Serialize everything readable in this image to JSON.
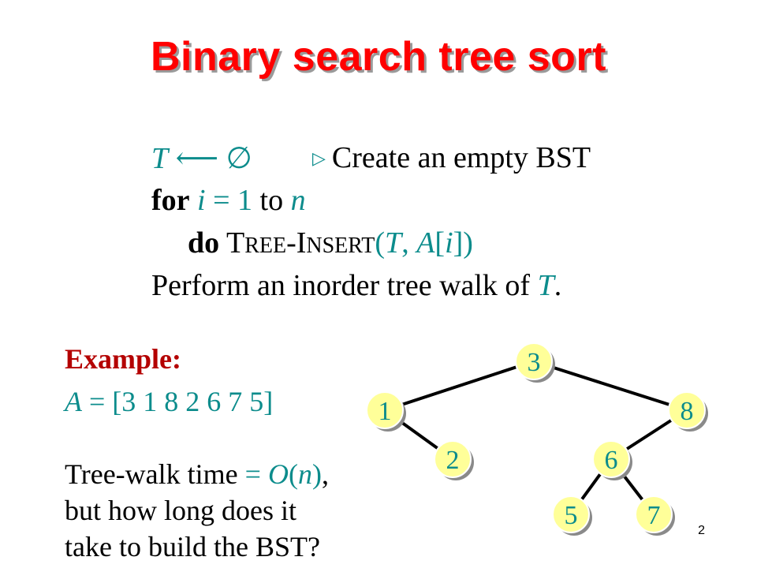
{
  "title": "Binary search tree sort",
  "code": {
    "line1": {
      "var": "T",
      "arrow": "⟵",
      "empty": "∅",
      "comment_marker": "▷",
      "comment": "Create an empty BST"
    },
    "line2": {
      "kw": "for",
      "var": "i",
      "eq": "=",
      "one": "1",
      "to": "to",
      "n": "n"
    },
    "line3": {
      "kw": "do",
      "proc_T": "T",
      "proc_REE": "REE",
      "dash": "-",
      "proc_I": "I",
      "proc_NSERT": "NSERT",
      "args_open": "(",
      "arg_T": "T",
      "comma": ", ",
      "arg_A": "A",
      "bracket_open": "[",
      "arg_i": "i",
      "args_close": "])"
    },
    "line4": {
      "text": "Perform an inorder tree walk of ",
      "var": "T",
      "period": "."
    }
  },
  "example": {
    "label": "Example:",
    "array_var": "A",
    "array_rest": " = [3 1 8 2 6 7 5]"
  },
  "treewalk": {
    "line1_prefix": "Tree-walk time ",
    "line1_eq": "= ",
    "line1_O": "O",
    "line1_open": "(",
    "line1_n": "n",
    "line1_close": ")",
    "line1_comma": ",",
    "line2": "but how long does it",
    "line3": "take to build the BST?"
  },
  "tree": {
    "node_fill": "#ffff99",
    "node_text_color": "#0c8c8c",
    "nodes": [
      {
        "id": "n3",
        "label": "3"
      },
      {
        "id": "n1",
        "label": "1"
      },
      {
        "id": "n8",
        "label": "8"
      },
      {
        "id": "n2",
        "label": "2"
      },
      {
        "id": "n6",
        "label": "6"
      },
      {
        "id": "n5",
        "label": "5"
      },
      {
        "id": "n7",
        "label": "7"
      }
    ],
    "edges": [
      [
        "n3",
        "n1"
      ],
      [
        "n3",
        "n8"
      ],
      [
        "n1",
        "n2"
      ],
      [
        "n8",
        "n6"
      ],
      [
        "n6",
        "n5"
      ],
      [
        "n6",
        "n7"
      ]
    ]
  },
  "page_number": "2"
}
